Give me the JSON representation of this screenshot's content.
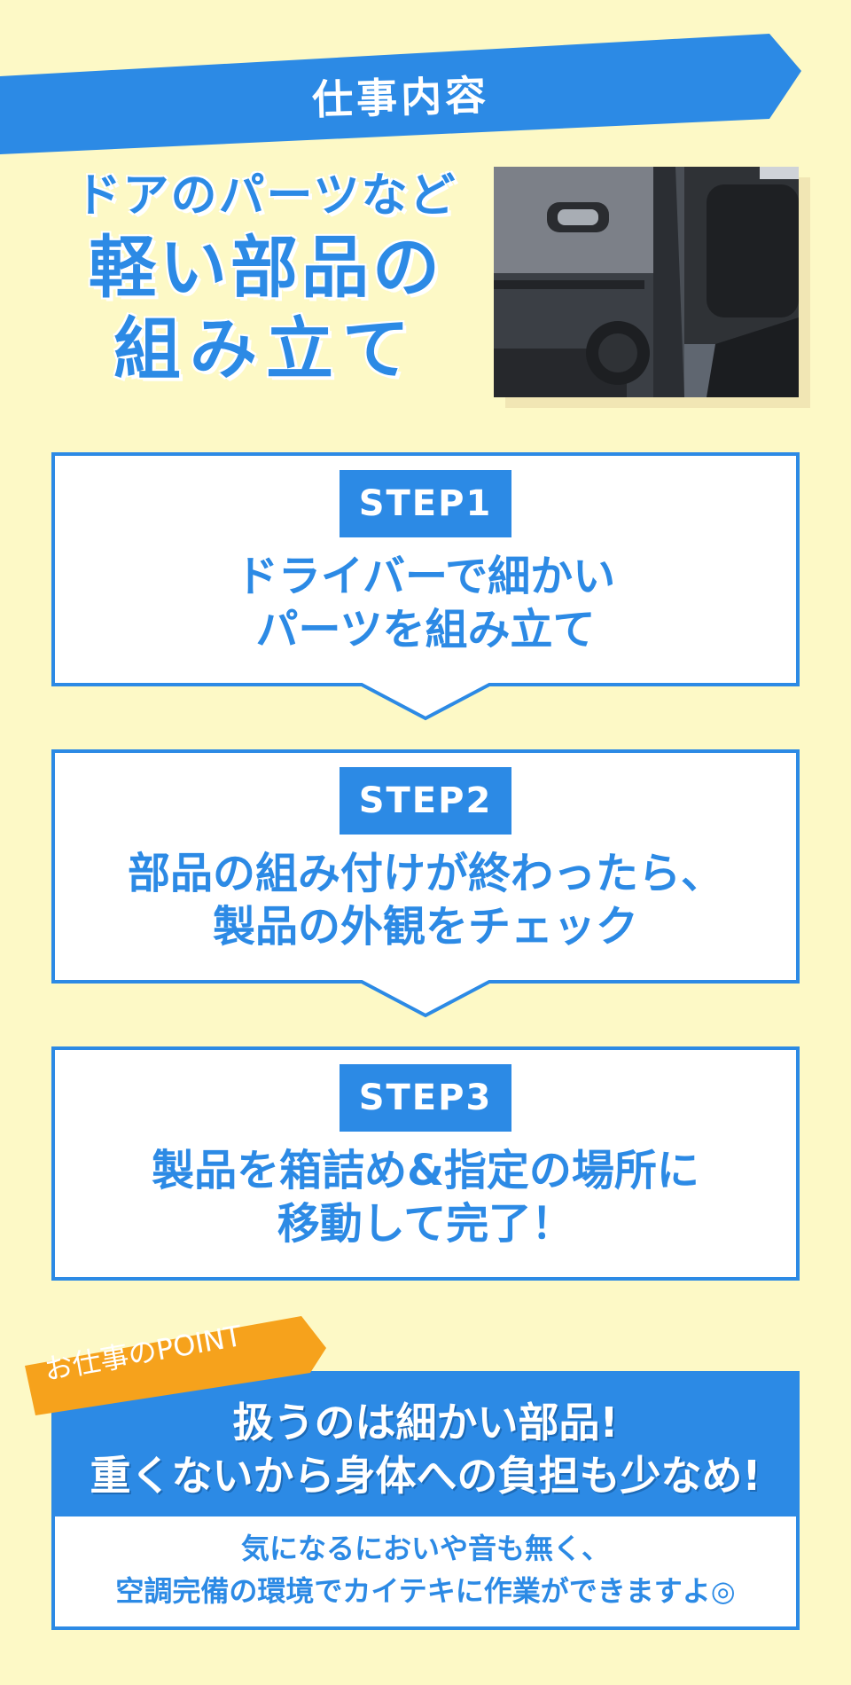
{
  "banner": {
    "title": "仕事内容"
  },
  "hero": {
    "line1": "ドアのパーツなど",
    "line2": "軽い部品の",
    "line3": "組み立て"
  },
  "steps": [
    {
      "badge": "STEP1",
      "line1": "ドライバーで細かい",
      "line2": "パーツを組み立て"
    },
    {
      "badge": "STEP2",
      "line1": "部品の組み付けが終わったら、",
      "line2": "製品の外観をチェック"
    },
    {
      "badge": "STEP3",
      "line1": "製品を箱詰め&指定の場所に",
      "line2": "移動して完了！"
    }
  ],
  "point": {
    "tag": "お仕事のPOINT",
    "head_line1": "扱うのは細かい部品!",
    "head_line2": "重くないから身体への負担も少なめ!",
    "body_line1": "気になるにおいや音も無く、",
    "body_line2": "空調完備の環境でカイテキに作業ができますよ◎"
  },
  "colors": {
    "background": "#fdf9c6",
    "accent": "#2c8ae5",
    "tag": "#f6a21c",
    "white": "#ffffff"
  }
}
